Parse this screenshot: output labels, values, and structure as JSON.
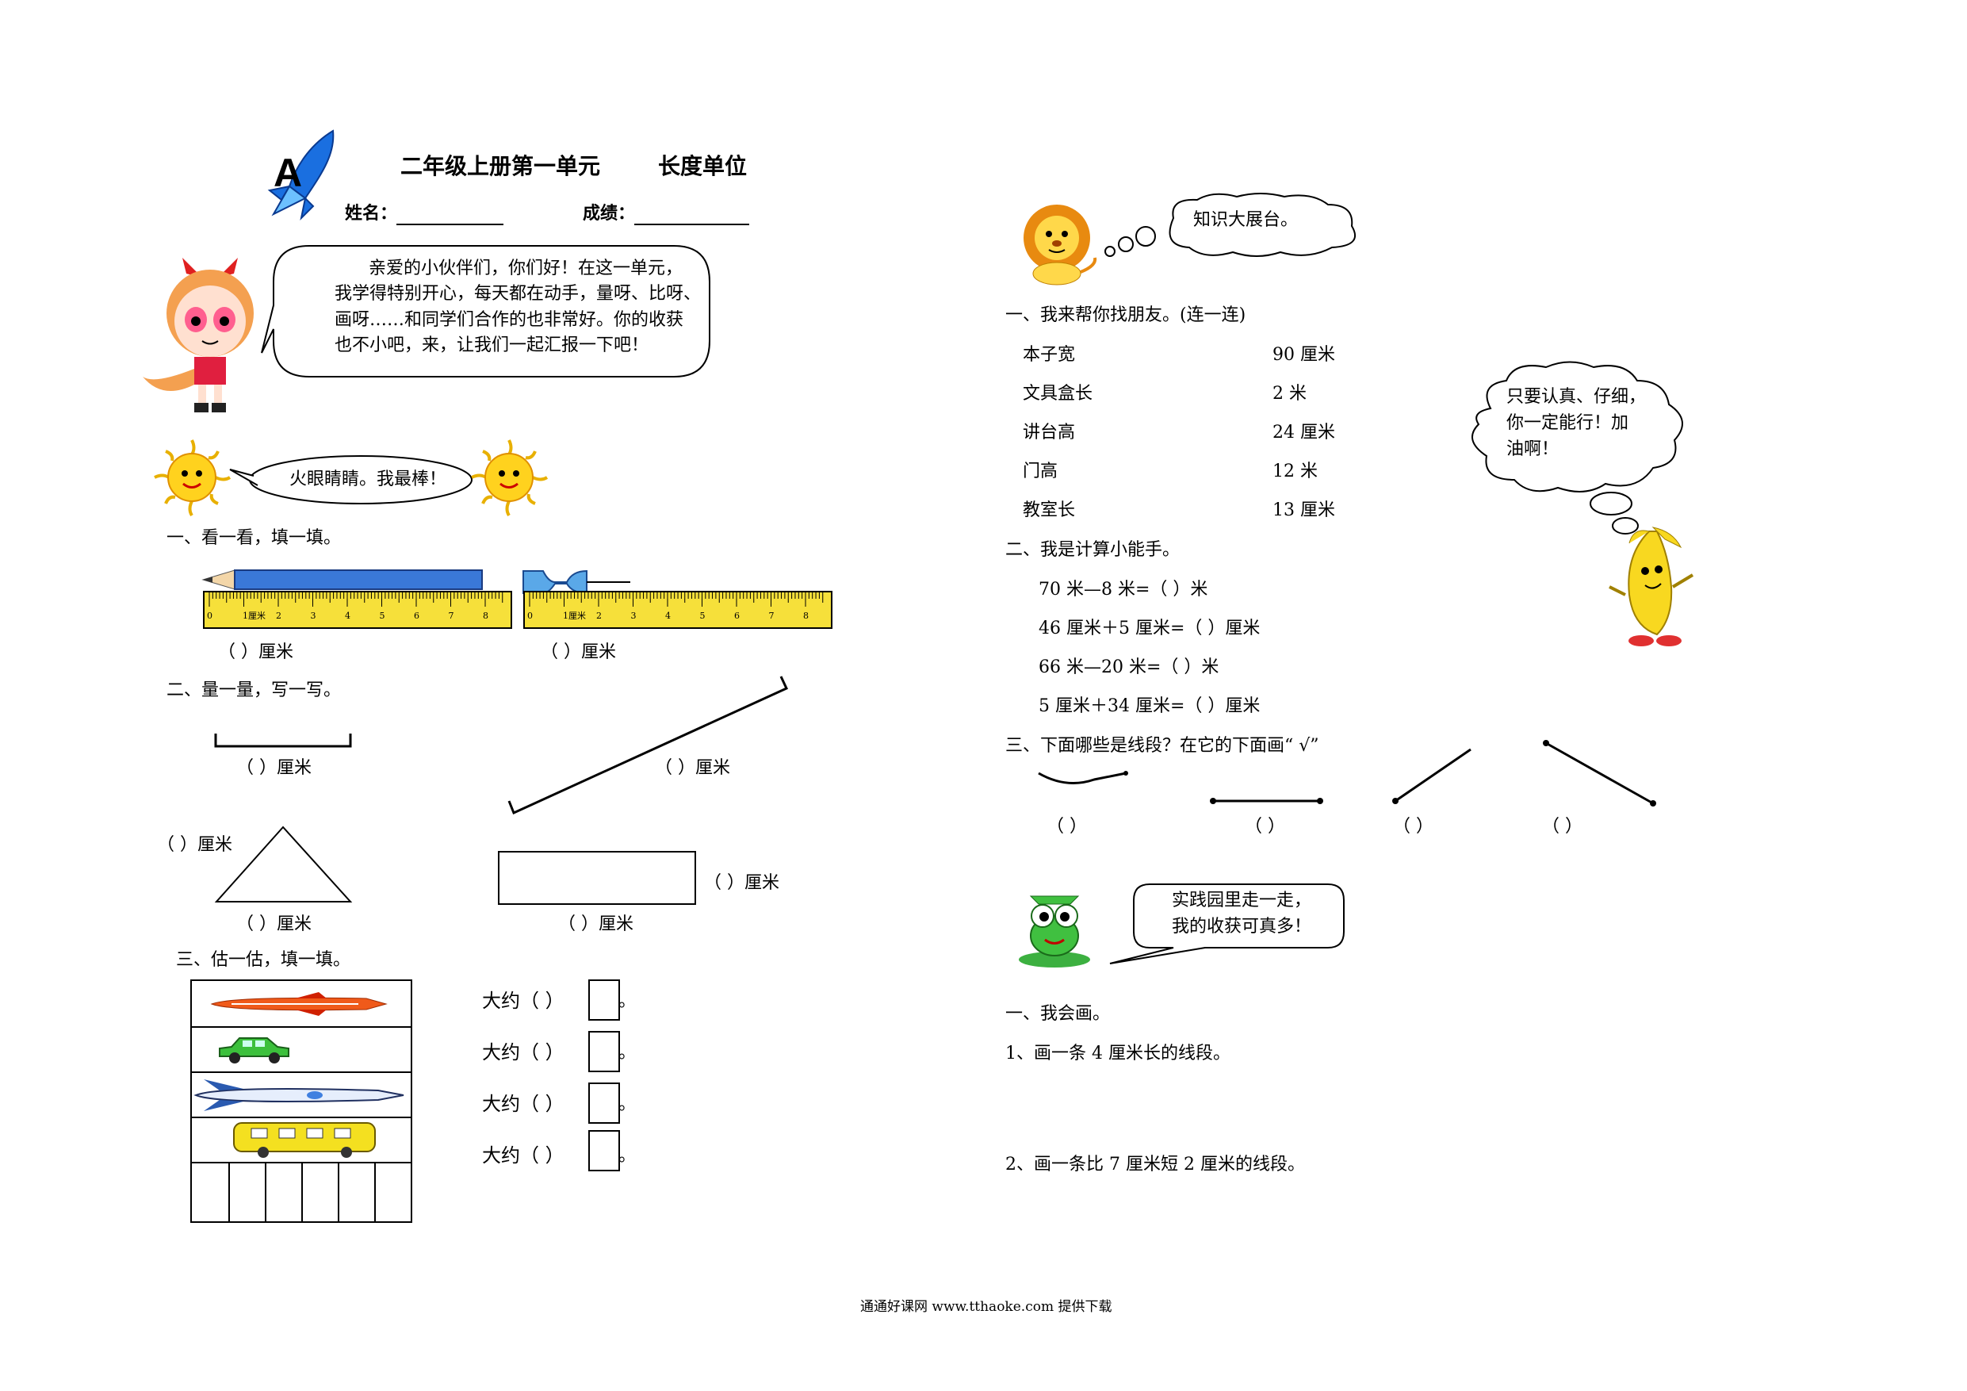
{
  "header": {
    "title": "二年级上册第一单元",
    "subtitle": "长度单位",
    "name_label": "姓名：",
    "score_label": "成绩："
  },
  "intro": {
    "line1": "亲爱的小伙伴们，你们好！在这一单元，",
    "line2": "我学得特别开心，每天都在动手，量呀、比呀、",
    "line3": "画呀……和同学们合作的也非常好。你的收获",
    "line4": "也不小吧，来，让我们一起汇报一下吧！"
  },
  "left": {
    "sun_bubble": "火眼睛睛。我最棒！",
    "s1_title": "一、看一看，填一填。",
    "s1_blank": "（       ）厘米",
    "s2_title": "二、量一量，写一写。",
    "s2_blank": "（     ）厘米",
    "s3_title": "三、估一估，填一填。",
    "estimate_label": "大约（    ）",
    "dot": "。",
    "ruler_unit": "1厘米",
    "ruler_ticks": [
      "0",
      "1",
      "2",
      "3",
      "4",
      "5",
      "6",
      "7",
      "8"
    ]
  },
  "right": {
    "lion_bubble": "知识大展台。",
    "q1_title": "一、我来帮你找朋友。(连一连)",
    "q1_left": [
      "本子宽",
      "文具盒长",
      "讲台高",
      "门高",
      "教室长"
    ],
    "q1_right": [
      "90 厘米",
      "2 米",
      "24 厘米",
      "12 米",
      "13 厘米"
    ],
    "cloud_line1": "只要认真、仔细，",
    "cloud_line2": "你一定能行！加",
    "cloud_line3": "油啊！",
    "q2_title": "二、我是计算小能手。",
    "q2_items": [
      "70 米—8 米=（      ）米",
      "46 厘米＋5 厘米=（      ）厘米",
      "66 米—20 米=（      ）米",
      "5 厘米＋34 厘米=（      ）厘米"
    ],
    "q3_title": "三、下面哪些是线段？在它的下面画“ √”",
    "q3_blank": "（      ）",
    "frog_line1": "实践园里走一走，",
    "frog_line2": "我的收获可真多！",
    "p1_title": "一、我会画。",
    "p1_item1": "1、画一条 4 厘米长的线段。",
    "p1_item2": "2、画一条比 7 厘米短 2 厘米的线段。"
  },
  "footer": {
    "text": "通通好课网  www.tthaoke.com  提供下载"
  }
}
